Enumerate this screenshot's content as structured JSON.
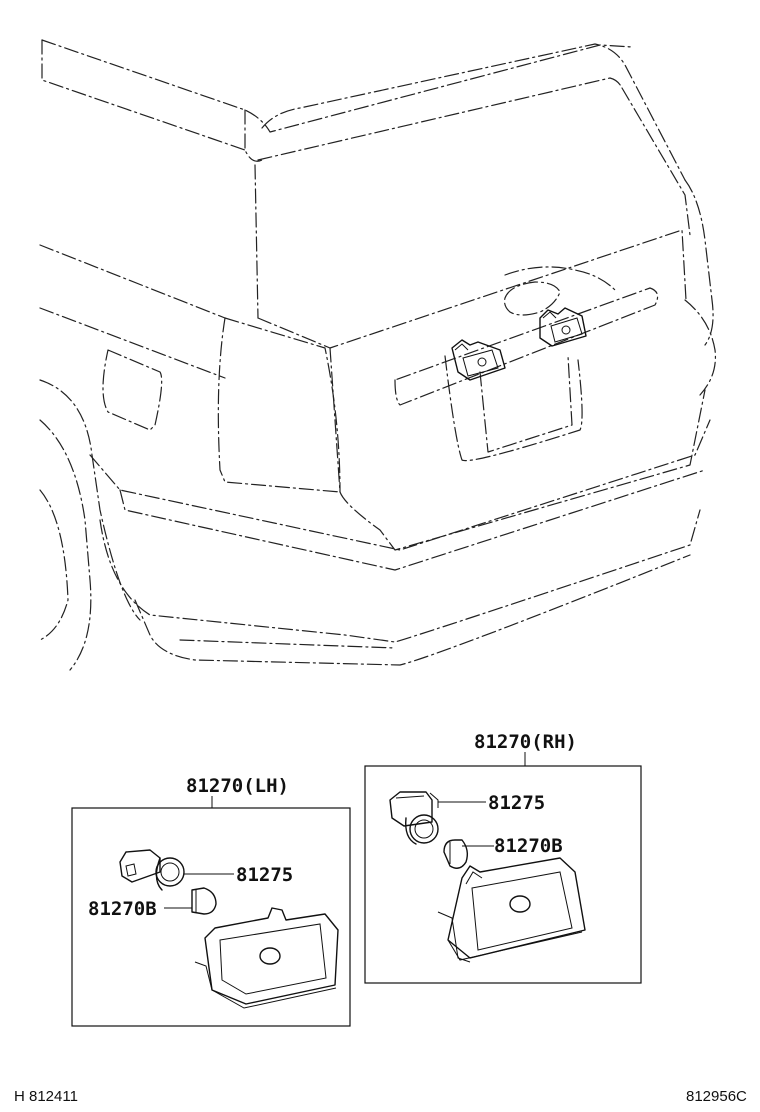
{
  "assemblies": {
    "rh": {
      "title": "81270(RH)",
      "socket": "81275",
      "bulb": "81270B"
    },
    "lh": {
      "title": "81270(LH)",
      "socket": "81275",
      "bulb": "81270B"
    }
  },
  "footer": {
    "left_code": "H 812411",
    "right_code": "812956C"
  }
}
